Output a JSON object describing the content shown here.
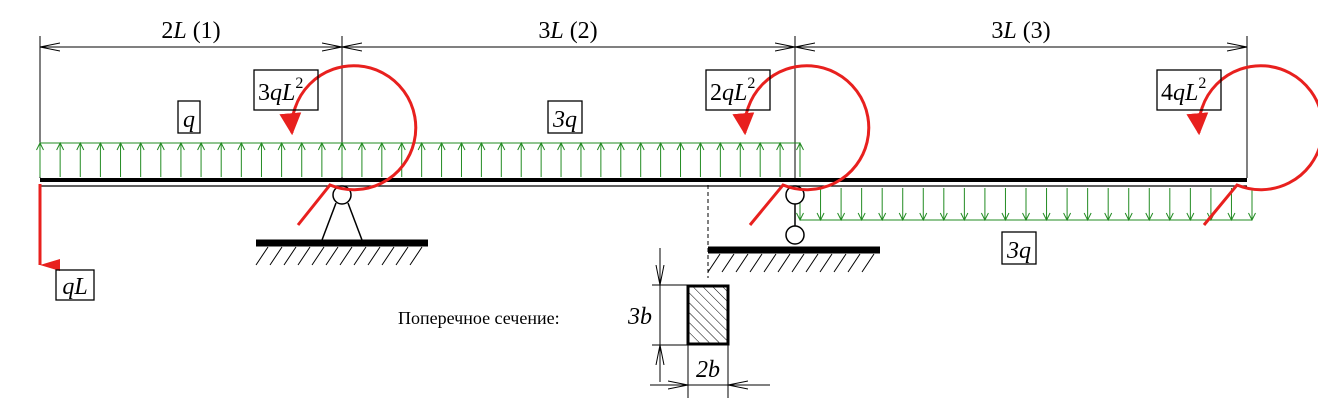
{
  "spans": [
    {
      "coef": "2",
      "unit": "L",
      "number": "(1)"
    },
    {
      "coef": "3",
      "unit": "L",
      "number": "(2)"
    },
    {
      "coef": "3",
      "unit": "L",
      "number": "(3)"
    }
  ],
  "moments": [
    {
      "coef": "3",
      "unit": "qL",
      "exp": "2"
    },
    {
      "coef": "2",
      "unit": "qL",
      "exp": "2"
    },
    {
      "coef": "4",
      "unit": "qL",
      "exp": "2"
    }
  ],
  "distributed_loads": [
    {
      "label": "q"
    },
    {
      "label": "3q"
    },
    {
      "label": "3q"
    }
  ],
  "point_force": {
    "label": "qL"
  },
  "cross_section": {
    "caption": "Поперечное сечение:",
    "height_label": "3b",
    "width_label": "2b"
  },
  "colors": {
    "beam": "#000000",
    "load": "#228b22",
    "moment": "#e8201e"
  }
}
